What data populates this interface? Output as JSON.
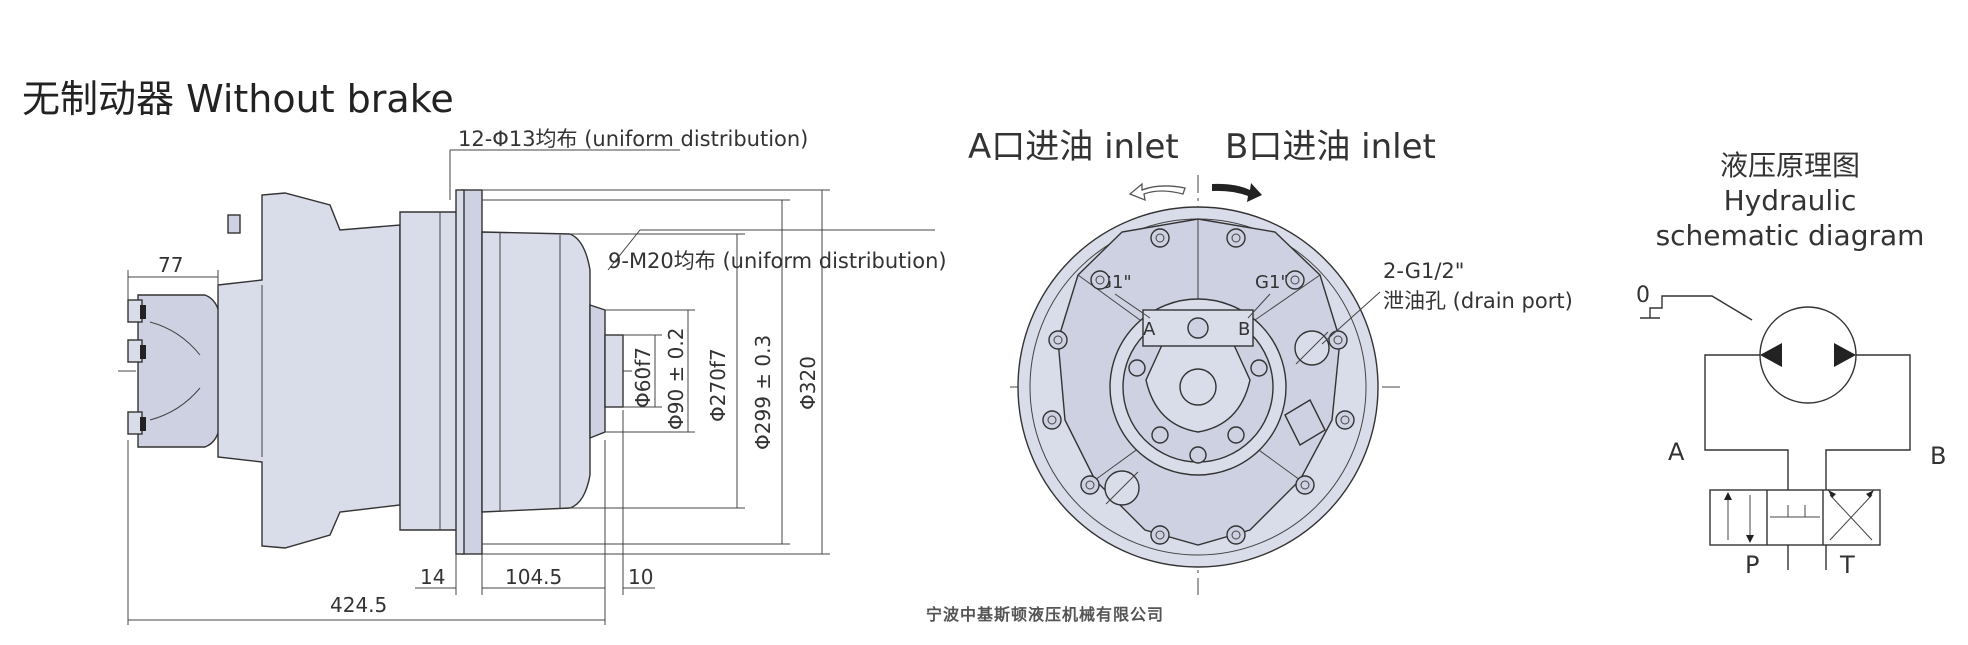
{
  "title": "无制动器 Without brake",
  "side_view": {
    "label_bolts": "12-Φ13均布 (uniform distribution)",
    "label_threads": "9-M20均布 (uniform distribution)",
    "dim_77": "77",
    "dim_60": "Φ60f7",
    "dim_90": "Φ90 ± 0.2",
    "dim_270": "Φ270f7",
    "dim_299": "Φ299 ± 0.3",
    "dim_320": "Φ320",
    "dim_14": "14",
    "dim_104": "104.5",
    "dim_10": "10",
    "dim_424": "424.5"
  },
  "front_view": {
    "label_a_inlet": "A口进油 inlet",
    "label_b_inlet": "B口进油  inlet",
    "port_g1_left": "G1\"",
    "port_g1_right": "G1\"",
    "port_a": "A",
    "port_b": "B",
    "drain_size": "2-G1/2\"",
    "drain_label": "泄油孔 (drain port)"
  },
  "schematic": {
    "title_cn": "液压原理图",
    "title_en_1": "Hydraulic",
    "title_en_2": "schematic diagram",
    "label_0": "0",
    "label_a": "A",
    "label_b": "B",
    "label_p": "P",
    "label_t": "T"
  },
  "footer": "宁波中基斯顿液压机械有限公司"
}
